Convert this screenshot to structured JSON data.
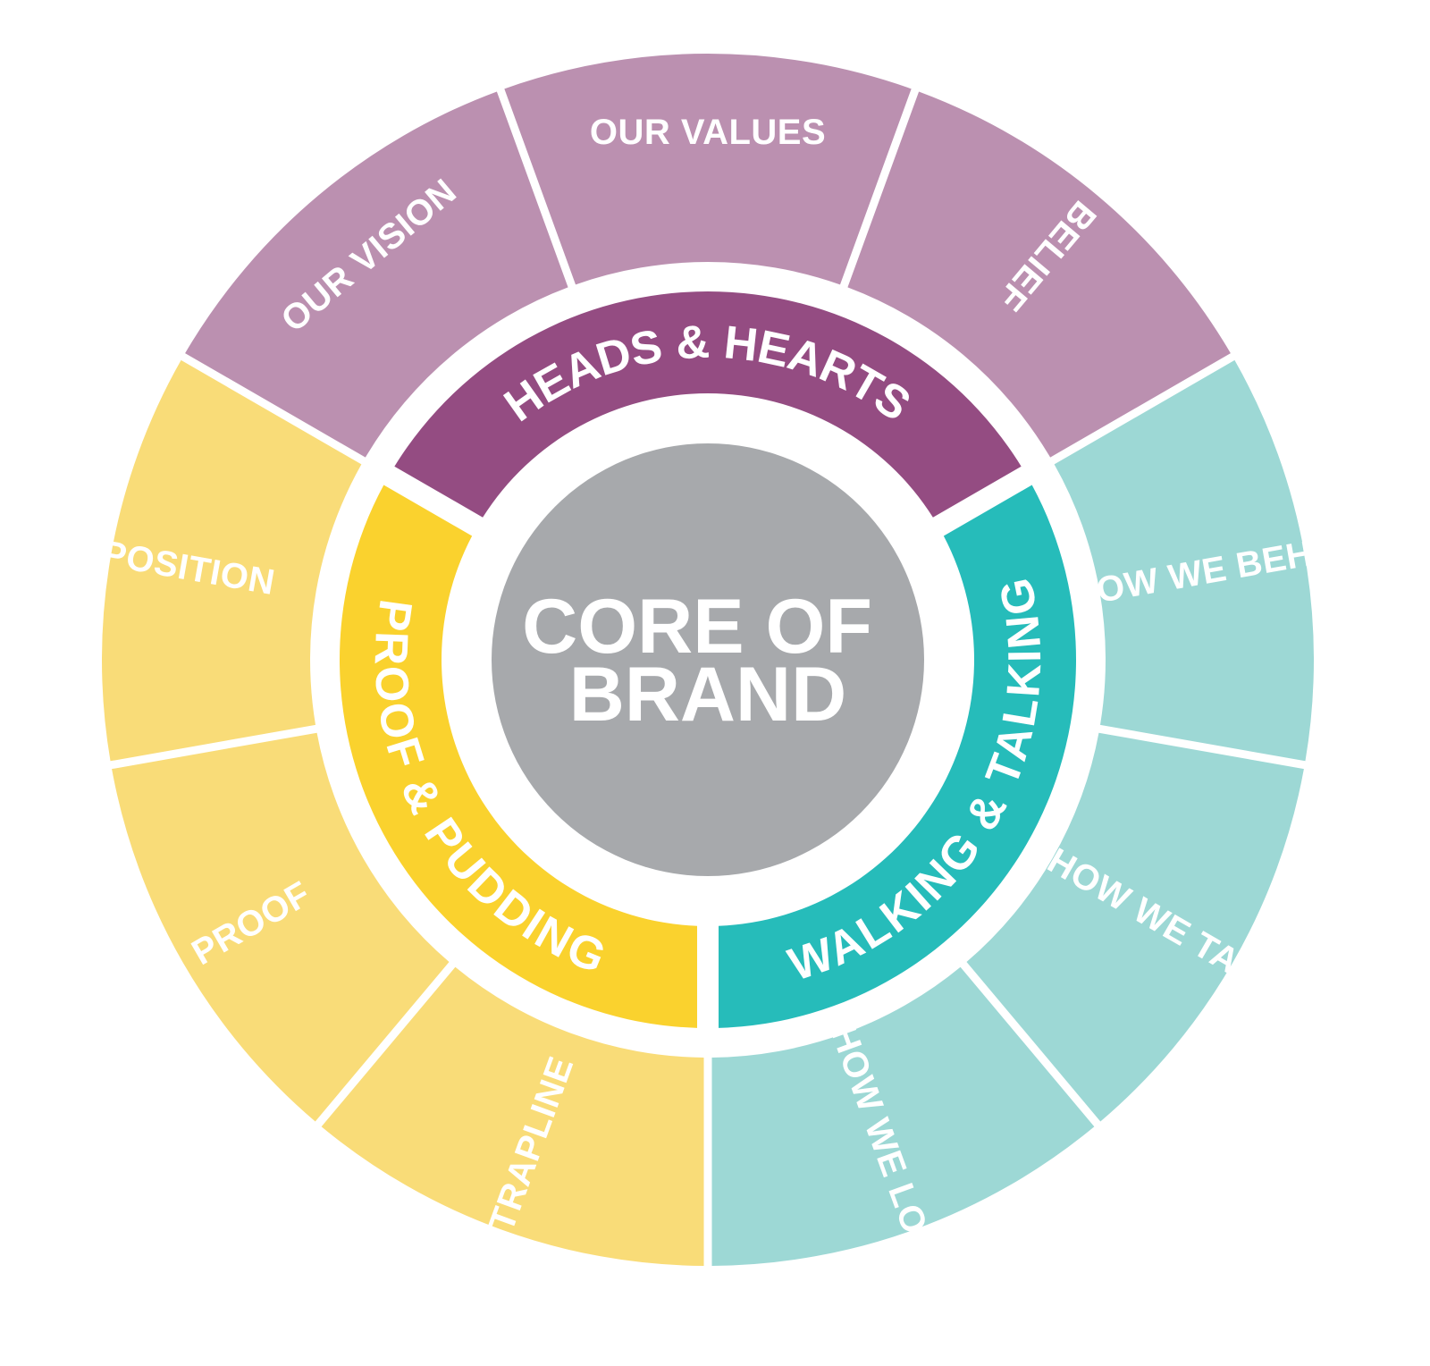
{
  "core": {
    "lines": [
      "CORE OF",
      "BRAND"
    ],
    "color": "#a7a9ac"
  },
  "groups": [
    {
      "id": "heads",
      "label": "HEADS & HEARTS",
      "ring_color": "#944c82",
      "segment_color": "#bb90b0",
      "segments": [
        "OUR VISION",
        "OUR VALUES",
        "BELIEF"
      ]
    },
    {
      "id": "walking",
      "label": "WALKING & TALKING",
      "ring_color": "#26bcba",
      "segment_color": "#9dd8d5",
      "segments": [
        "HOW WE BEHAVE",
        "HOW WE TALK",
        "HOW WE LOOK"
      ]
    },
    {
      "id": "proof",
      "label": "PROOF & PUDDING",
      "ring_color": "#fad22e",
      "segment_color": "#f9dc78",
      "segments": [
        "STRAPLINE",
        "PROOF",
        "POSITION"
      ]
    }
  ]
}
